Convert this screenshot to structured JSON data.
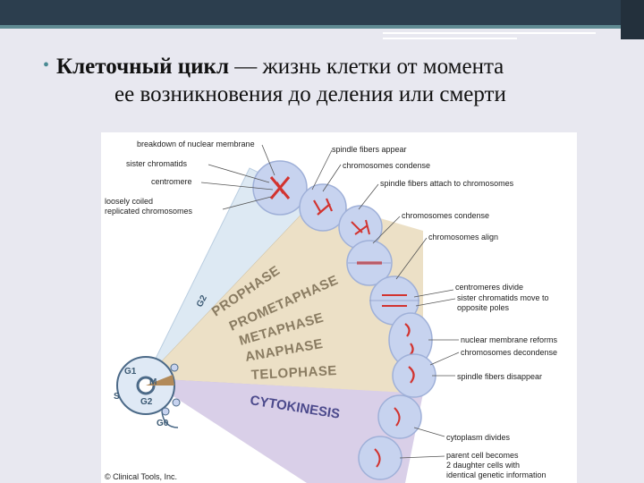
{
  "slide": {
    "bullet": "•",
    "title_bold": "Клеточный цикл",
    "title_rest": " — жизнь клетки от момента",
    "title_line2": "ее возникновения до деления или смерти"
  },
  "figure": {
    "labels_left": {
      "breakdown": "breakdown of nuclear membrane",
      "sister": "sister chromatids",
      "centromere": "centromere",
      "loosely1": "loosely coiled",
      "loosely2": "replicated chromosomes"
    },
    "labels_right": {
      "spindle_appear": "spindle fibers appear",
      "chrom_condense1": "chromosomes condense",
      "spindle_attach": "spindle fibers attach to chromosomes",
      "chrom_condense2": "chromosomes condense",
      "chrom_align": "chromosomes align",
      "centromeres_divide": "centromeres divide",
      "sister_move1": "sister chromatids move to",
      "sister_move2": "opposite poles",
      "nuclear_reform": "nuclear membrane reforms",
      "chrom_decondense": "chromosomes decondense",
      "spindle_disappear": "spindle fibers disappear",
      "cytoplasm_divides": "cytoplasm divides",
      "parent1": "parent cell becomes",
      "parent2": "2 daughter cells with",
      "parent3": "identical genetic information"
    },
    "phases": {
      "g2": "G2",
      "prophase": "PROPHASE",
      "prometaphase": "PROMETAPHASE",
      "metaphase": "METAPHASE",
      "anaphase": "ANAPHASE",
      "telophase": "TELOPHASE",
      "cytokinesis": "CYTOKINESIS"
    },
    "cycle": {
      "g1": "G1",
      "s": "S",
      "g2": "G2",
      "m": "M",
      "g0": "G0"
    },
    "copyright": "© Clinical Tools, Inc.",
    "colors": {
      "g2_wedge": "#dde9f3",
      "mitosis_wedge": "#ece0c6",
      "cyto_wedge": "#d9cfe8",
      "cell_fill": "#c7d3ef",
      "chromosome": "#d2332f"
    }
  }
}
